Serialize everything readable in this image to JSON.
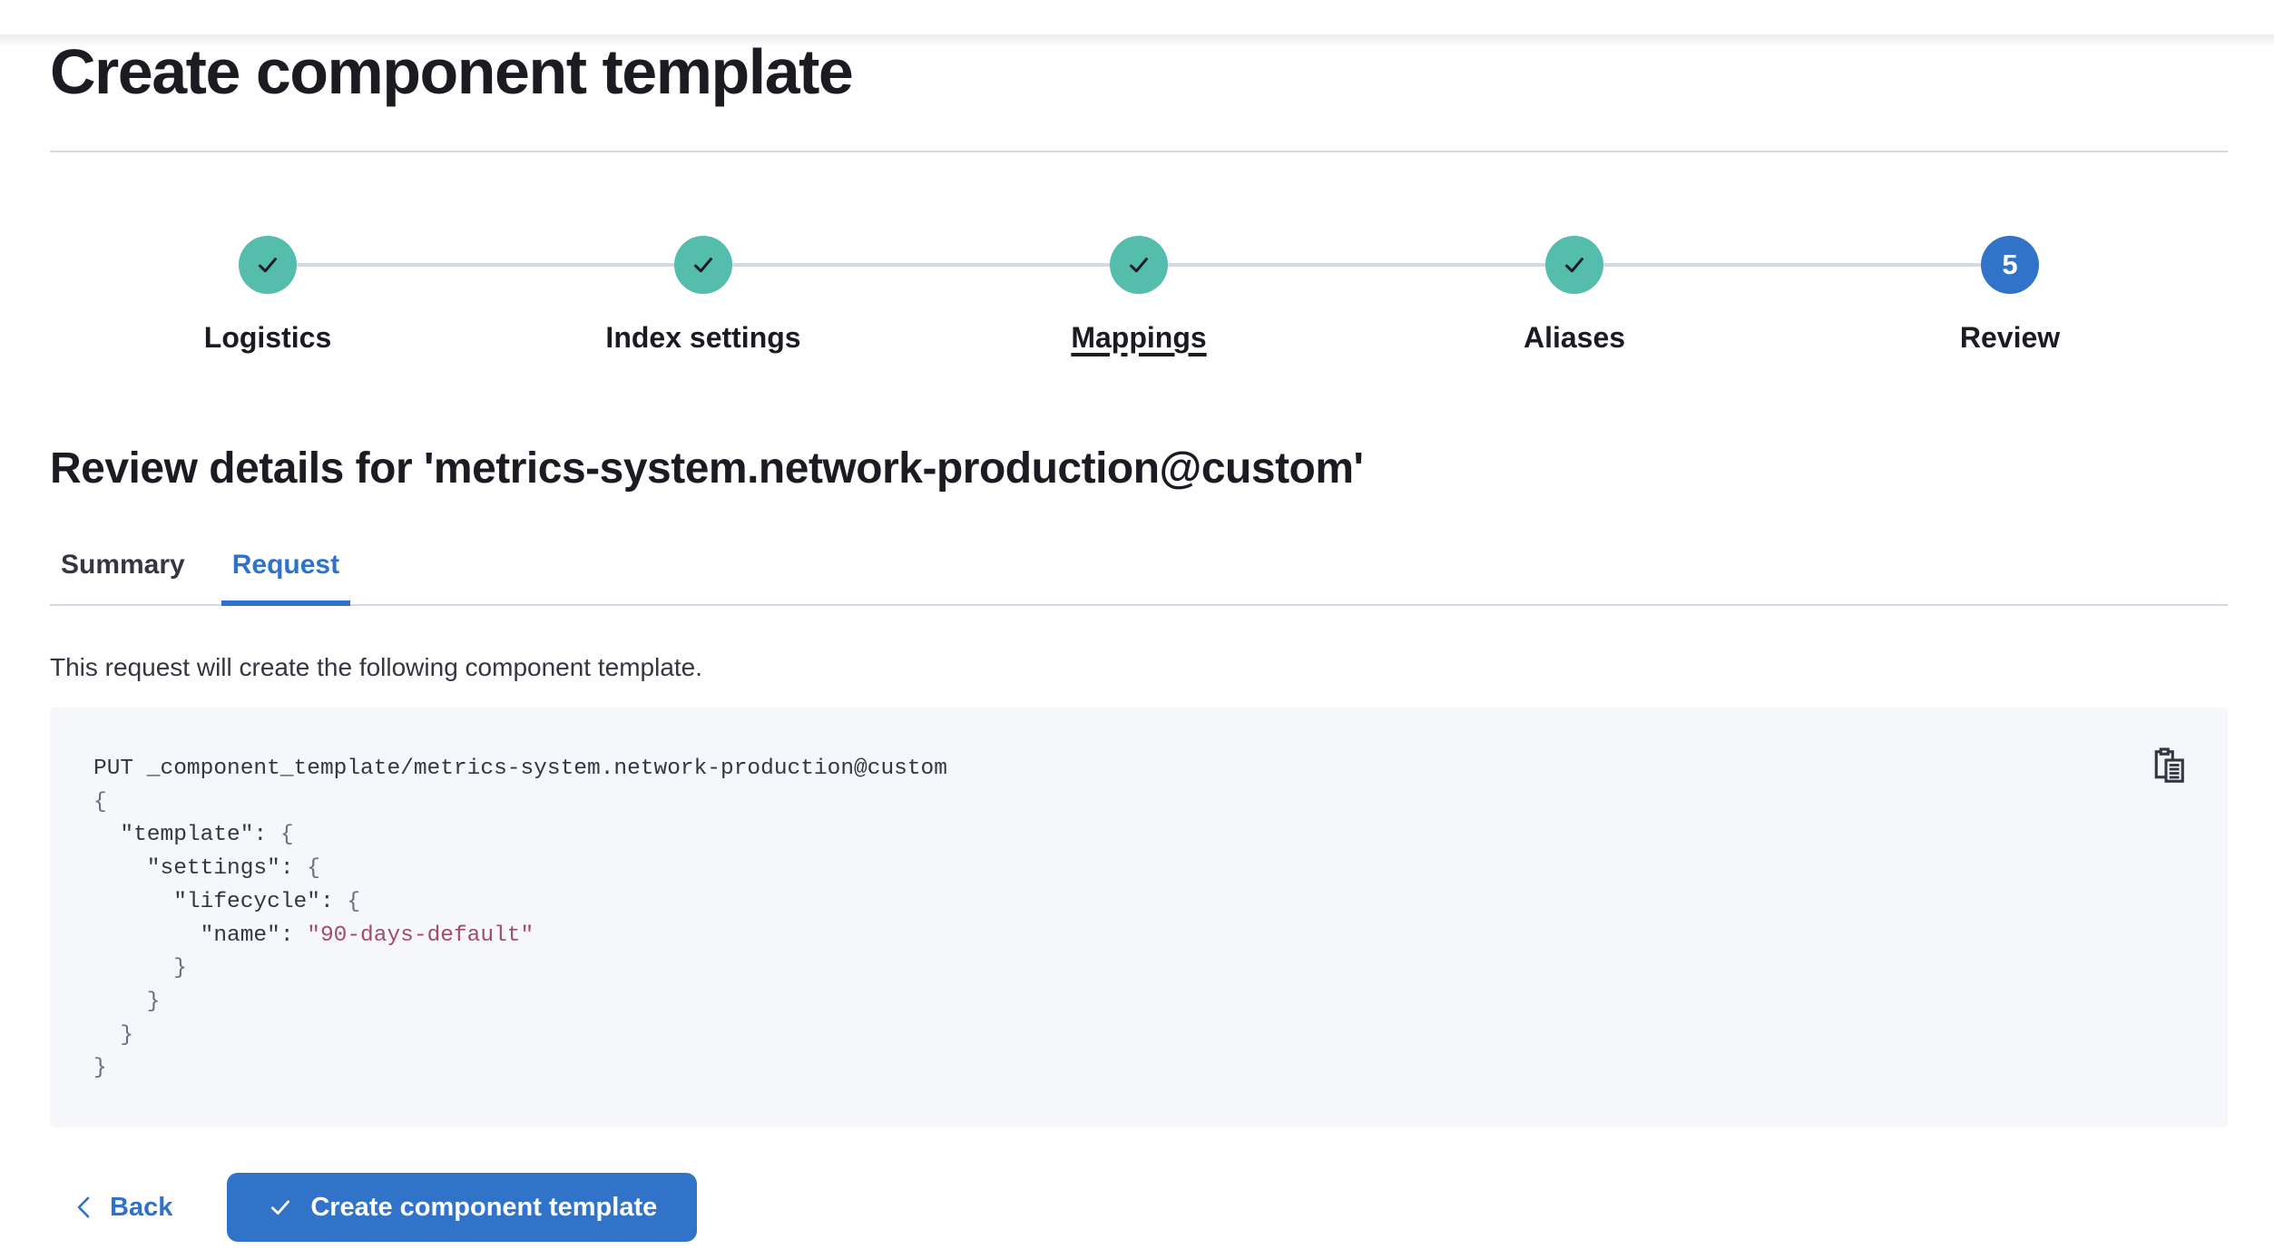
{
  "page": {
    "title": "Create component template"
  },
  "stepper": {
    "steps": [
      {
        "label": "Logistics",
        "status": "complete",
        "icon": "check-icon"
      },
      {
        "label": "Index settings",
        "status": "complete",
        "icon": "check-icon"
      },
      {
        "label": "Mappings",
        "status": "complete",
        "icon": "check-icon",
        "hover_underline": true
      },
      {
        "label": "Aliases",
        "status": "complete",
        "icon": "check-icon"
      },
      {
        "label": "Review",
        "status": "current",
        "number": "5"
      }
    ]
  },
  "review": {
    "heading": "Review details for 'metrics-system.network-production@custom'",
    "tabs": [
      {
        "label": "Summary",
        "selected": false
      },
      {
        "label": "Request",
        "selected": true
      }
    ],
    "description": "This request will create the following component template."
  },
  "request_block": {
    "copy_icon": "copy-clipboard-icon",
    "lines": [
      {
        "segments": [
          {
            "text": "PUT _component_template/metrics-system.network-production@custom",
            "type": "plain"
          }
        ]
      },
      {
        "segments": [
          {
            "text": "{",
            "type": "punct"
          }
        ]
      },
      {
        "segments": [
          {
            "text": "  \"template\"",
            "type": "plain"
          },
          {
            "text": ": ",
            "type": "plain"
          },
          {
            "text": "{",
            "type": "punct"
          }
        ]
      },
      {
        "segments": [
          {
            "text": "    \"settings\"",
            "type": "plain"
          },
          {
            "text": ": ",
            "type": "plain"
          },
          {
            "text": "{",
            "type": "punct"
          }
        ]
      },
      {
        "segments": [
          {
            "text": "      \"lifecycle\"",
            "type": "plain"
          },
          {
            "text": ": ",
            "type": "plain"
          },
          {
            "text": "{",
            "type": "punct"
          }
        ]
      },
      {
        "segments": [
          {
            "text": "        \"name\"",
            "type": "plain"
          },
          {
            "text": ": ",
            "type": "plain"
          },
          {
            "text": "\"90-days-default\"",
            "type": "string"
          }
        ]
      },
      {
        "segments": [
          {
            "text": "      }",
            "type": "punct"
          }
        ]
      },
      {
        "segments": [
          {
            "text": "    }",
            "type": "punct"
          }
        ]
      },
      {
        "segments": [
          {
            "text": "  }",
            "type": "punct"
          }
        ]
      },
      {
        "segments": [
          {
            "text": "}",
            "type": "punct"
          }
        ]
      }
    ]
  },
  "footer": {
    "back_label": "Back",
    "back_icon": "chevron-left-icon",
    "submit_label": "Create component template",
    "submit_icon": "check-icon"
  },
  "colors": {
    "primary_blue": "#3173c8",
    "tab_blue": "#2f72cc",
    "success_teal": "#55bdab",
    "heading_text": "#1a1c21",
    "body_text": "#343741",
    "border_gray": "#d3dae6",
    "code_background": "#f5f7fa",
    "code_string": "#a24d66",
    "code_punctuation": "#69707d"
  }
}
